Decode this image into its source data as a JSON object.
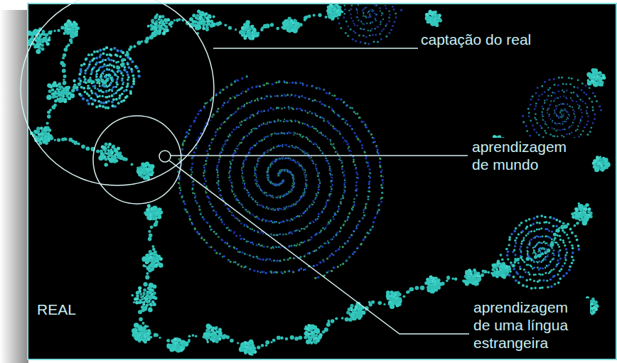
{
  "diagram": {
    "labels": [
      "captação do real",
      "aprendizagem de mundo",
      "aprendizagem de uma língua estrangeira",
      "REAL"
    ]
  }
}
